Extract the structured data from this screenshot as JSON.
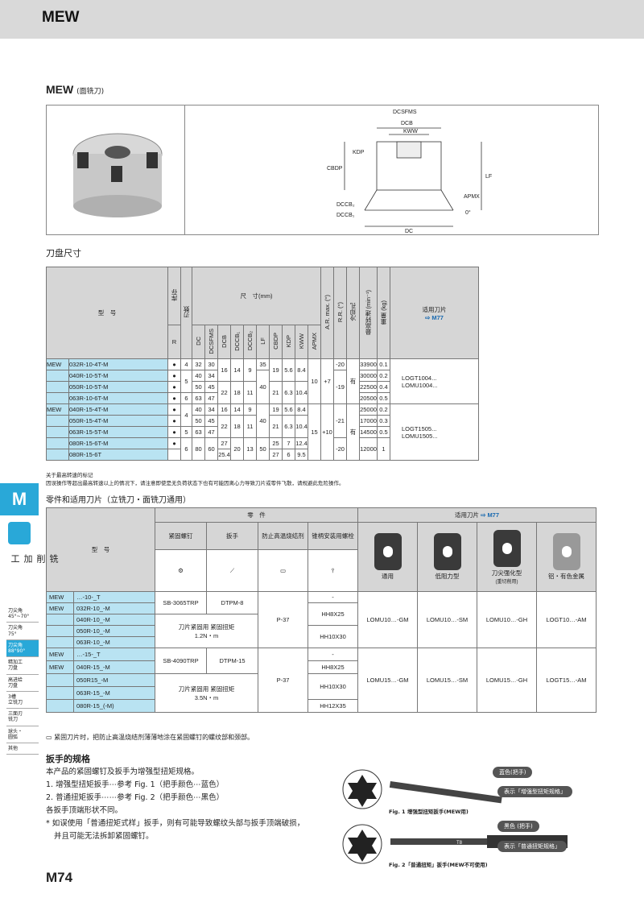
{
  "header": {
    "title": "MEW"
  },
  "section": {
    "title": "MEW",
    "subtitle": "(面铣刀)"
  },
  "diagram_labels": [
    "DCSFMS",
    "DCB",
    "KWW",
    "CBDP",
    "KDP",
    "LF",
    "APMX",
    "DCCB₂",
    "DCCB₁",
    "DC",
    "0°"
  ],
  "table1": {
    "title": "刀盘尺寸",
    "col_model": "型　号",
    "col_stock": "库存",
    "col_teeth": "刃数",
    "col_dims": "尺　寸(mm)",
    "col_R": "R",
    "dim_cols": [
      "DC",
      "DCSFMS",
      "DCB",
      "DCCB₁",
      "DCCB₂",
      "LF",
      "CBDP",
      "KDP",
      "KWW",
      "APMX"
    ],
    "col_ar": "A.R. max. (°)",
    "col_rr": "R.R. (°)",
    "col_cool": "冷却孔",
    "col_rpm": "最高转速 (min⁻¹)",
    "col_wt": "重量 (kg)",
    "col_insert": "适用刀片",
    "insert_ref": "M77",
    "group1": {
      "series": "MEW",
      "models": [
        "032R-10-4T-M",
        "040R-10-5T-M",
        "050R-10-5T-M",
        "063R-10-6T-M"
      ],
      "teeth": [
        "4",
        "5",
        "6"
      ],
      "dc": [
        "32",
        "40",
        "50",
        "63"
      ],
      "dcsfms": [
        "30",
        "34",
        "45",
        "47"
      ],
      "dcb": [
        "16",
        "22"
      ],
      "dccb1": [
        "14",
        "18"
      ],
      "dccb2": [
        "9",
        "11"
      ],
      "lf": [
        "35",
        "40"
      ],
      "cbdp": [
        "19",
        "21"
      ],
      "kdp": [
        "5.6",
        "6.3"
      ],
      "kww": [
        "8.4",
        "10.4"
      ],
      "apmx": "10",
      "ar": "+7",
      "rr": [
        "-20",
        "-19"
      ],
      "cool": "有",
      "rpm": [
        "33900",
        "30000",
        "22500",
        "20500"
      ],
      "wt": [
        "0.1",
        "0.2",
        "0.4",
        "0.5"
      ],
      "inserts": "LOGT1004...\nLOMU1004..."
    },
    "group2": {
      "series": "MEW",
      "models": [
        "040R-15-4T-M",
        "050R-15-4T-M",
        "063R-15-5T-M",
        "080R-15-6T-M",
        "080R-15-6T"
      ],
      "teeth": [
        "4",
        "5",
        "6"
      ],
      "dc": [
        "40",
        "50",
        "63",
        "80"
      ],
      "dcsfms": [
        "34",
        "45",
        "47",
        "60"
      ],
      "dcb": [
        "16",
        "22",
        "27",
        "25.4"
      ],
      "dccb1": [
        "14",
        "18",
        "20"
      ],
      "dccb2": [
        "9",
        "11",
        "13"
      ],
      "lf": [
        "40",
        "50"
      ],
      "cbdp": [
        "19",
        "21",
        "25",
        "27"
      ],
      "kdp": [
        "5.6",
        "6.3",
        "7",
        "6"
      ],
      "kww": [
        "8.4",
        "10.4",
        "12.4",
        "9.5"
      ],
      "apmx": "15",
      "ar": "+10",
      "rr": [
        "-21",
        "-20"
      ],
      "cool": "有",
      "rpm": [
        "25000",
        "17000",
        "14500",
        "12000"
      ],
      "wt": [
        "0.2",
        "0.3",
        "0.5",
        "1"
      ],
      "inserts": "LOGT1505...\nLOMU1505..."
    },
    "notes": [
      "关于最高转速的标记",
      "因误操作等超出最高转速以上的情况下，请注意即使是无负荷状态下也有可能因离心力导致刀片或零件飞散，请规避此危险操作。"
    ]
  },
  "table2": {
    "title": "零件和适用刀片（立铣刀・面铣刀通用）",
    "col_model": "型　号",
    "col_parts": "零　件",
    "col_screw": "紧固螺钉",
    "col_wrench": "扳手",
    "col_antiseize": "防止高温烧结剂",
    "col_bolt": "锥柄安装用螺栓",
    "col_inserts": "适用刀片",
    "insert_ref": "M77",
    "ins_general": "通用",
    "ins_lowres": "低阻力型",
    "ins_tip": "刀尖强化型",
    "ins_tip_sub": "(重切削用)",
    "ins_al": "铝・有色金属",
    "g1": {
      "rows": [
        [
          "MEW",
          "…-10-_T"
        ],
        [
          "MEW",
          "032R-10_-M"
        ],
        [
          "",
          "040R-10_-M"
        ],
        [
          "",
          "050R-10_-M"
        ],
        [
          "",
          "063R-10_-M"
        ]
      ],
      "screw": "SB-3065TRP",
      "wrench": "DTPM-8",
      "torque_label": "刀片紧固用 紧固扭矩",
      "torque": "1.2N・m",
      "antiseize": "P-37",
      "bolts": [
        "-",
        "HH8X25",
        "HH10X30"
      ],
      "ins": [
        "LOMU10…-GM",
        "LOMU10…-SM",
        "LOMU10…-GH",
        "LOGT10…-AM"
      ]
    },
    "g2": {
      "rows": [
        [
          "MEW",
          "…-15-_T"
        ],
        [
          "MEW",
          "040R-15_-M"
        ],
        [
          "",
          "050R15_-M"
        ],
        [
          "",
          "063R-15_-M"
        ],
        [
          "",
          "080R-15_(-M)"
        ]
      ],
      "screw": "SB-4090TRP",
      "wrench": "DTPM-15",
      "torque_label": "刀片紧固用 紧固扭矩",
      "torque": "3.5N・m",
      "antiseize": "P-37",
      "bolts": [
        "-",
        "HH8X25",
        "HH10X30",
        "HH12X35"
      ],
      "ins": [
        "LOMU15…-GM",
        "LOMU15…-SM",
        "LOMU15…-GH",
        "LOGT15…-AM"
      ]
    },
    "footnote": "紧固刀片时，把防止高温烧结剂薄薄地涂在紧固螺钉的螺纹部和颈部。"
  },
  "sidebar": {
    "letter": "M",
    "label": "铣削加工",
    "items": [
      "刀尖角\n45°~70°",
      "刀尖角\n75°",
      "刀尖角\n88°90°",
      "精加工\n刀盘",
      "高进给\n刀盘",
      "3槽\n立铣刀",
      "三面刃\n铣刀",
      "球头・\n圆弧",
      "其他"
    ]
  },
  "wrench": {
    "heading": "扳手的规格",
    "lines": [
      "本产品的紧固螺钉及扳手为增强型扭矩规格。",
      "1. 增强型扭矩扳手⋯参考 Fig. 1（把手颜色⋯蓝色）",
      "2. 普通扭矩扳手⋯⋯参考 Fig. 2（把手颜色⋯黑色）",
      "各扳手顶端形状不同。",
      "* 如误使用「普通扭矩式样」扳手，则有可能导致螺纹头部与扳手顶端破损，",
      "并且可能无法拆卸紧固螺钉。"
    ],
    "fig1_pill1": "蓝色(把手)",
    "fig1_pill2": "表示「增强型扭矩规格」",
    "fig1_caption": "Fig. 1 增强型扭矩扳手(MEW用)",
    "fig2_pill1": "黑色 (把手)",
    "fig2_pill2": "表示「普通扭矩规格」",
    "fig2_caption": "Fig. 2「普通扭矩」扳手(MEW不可使用)",
    "mark": "T8"
  },
  "page": {
    "number": "M74"
  }
}
